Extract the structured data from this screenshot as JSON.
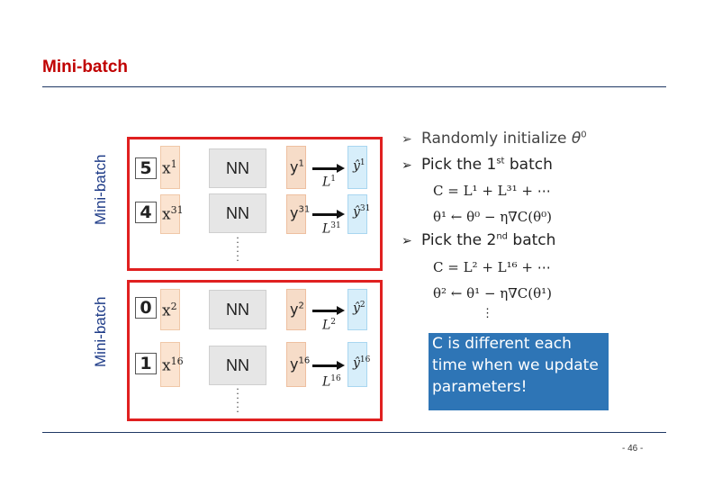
{
  "slide": {
    "title": "Mini-batch",
    "page_number": "- 46 -"
  },
  "batch1": {
    "side_label": "Mini-batch",
    "rows": [
      {
        "digit": "5",
        "x_base": "x",
        "x_sup": "1",
        "nn": "NN",
        "y_base": "y",
        "y_sup": "1",
        "yhat_base": "ŷ",
        "yhat_sup": "1",
        "loss_base": "L",
        "loss_sup": "1"
      },
      {
        "digit": "4",
        "x_base": "x",
        "x_sup": "31",
        "nn": "NN",
        "y_base": "y",
        "y_sup": "31",
        "yhat_base": "ŷ",
        "yhat_sup": "31",
        "loss_base": "L",
        "loss_sup": "31"
      }
    ]
  },
  "batch2": {
    "side_label": "Mini-batch",
    "rows": [
      {
        "digit": "0",
        "x_base": "x",
        "x_sup": "2",
        "nn": "NN",
        "y_base": "y",
        "y_sup": "2",
        "yhat_base": "ŷ",
        "yhat_sup": "2",
        "loss_base": "L",
        "loss_sup": "2"
      },
      {
        "digit": "1",
        "x_base": "x",
        "x_sup": "16",
        "nn": "NN",
        "y_base": "y",
        "y_sup": "16",
        "yhat_base": "ŷ",
        "yhat_sup": "16",
        "loss_base": "L",
        "loss_sup": "16"
      }
    ]
  },
  "steps": {
    "init": {
      "text": "Randomly initialize ",
      "theta": "θ",
      "theta_sup": "0"
    },
    "pick1": {
      "prefix": "Pick the 1",
      "sup": "st",
      "suffix": " batch"
    },
    "formula1a": "C = L¹ + L³¹ + ⋯",
    "formula1b": "θ¹ ← θ⁰ − η∇C(θ⁰)",
    "pick2": {
      "prefix": "Pick the 2",
      "sup": "nd",
      "suffix": " batch"
    },
    "formula2a": "C = L² + L¹⁶ + ⋯",
    "formula2b": "θ² ← θ¹ − η∇C(θ¹)",
    "ellipsis": "⋮"
  },
  "callout": {
    "text": "C is different each time when we update parameters!"
  },
  "colors": {
    "title": "#c00000",
    "box_border": "#e02020",
    "callout_bg": "#2e75b6",
    "rule": "#1f3864"
  }
}
